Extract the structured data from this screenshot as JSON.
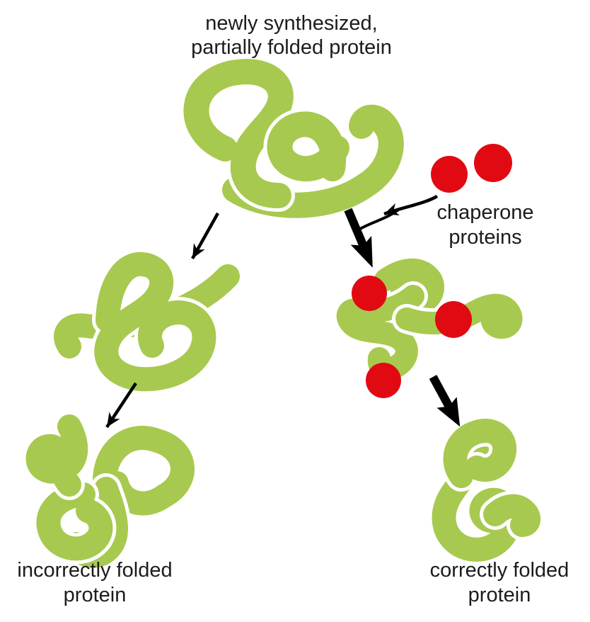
{
  "colors": {
    "protein_green": "#a8c94f",
    "chaperone_red": "#e20a12",
    "ink": "#000000",
    "text": "#1c1c1c"
  },
  "labels": {
    "newly_synthesized": {
      "line1": "newly synthesized,",
      "line2": "partially folded protein"
    },
    "chaperone": {
      "line1": "chaperone",
      "line2": "proteins"
    },
    "incorrectly_folded": {
      "line1": "incorrectly folded",
      "line2": "protein"
    },
    "correctly_folded": {
      "line1": "correctly folded",
      "line2": "protein"
    }
  }
}
